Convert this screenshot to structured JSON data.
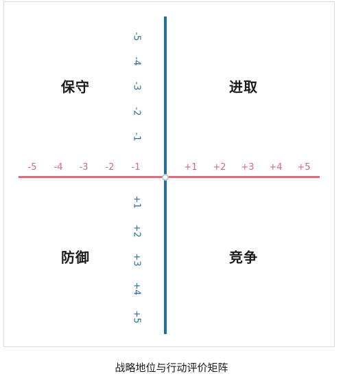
{
  "quadrants": {
    "top_left": "保守",
    "top_right": "进取",
    "bottom_left": "防御",
    "bottom_right": "竞争"
  },
  "x_axis_ticks": {
    "negative": [
      "-5",
      "-4",
      "-3",
      "-2",
      "-1"
    ],
    "positive": [
      "+1",
      "+2",
      "+3",
      "+4",
      "+5"
    ]
  },
  "y_axis_ticks": {
    "top": [
      "-5",
      "-4",
      "-3",
      "-2",
      "-1"
    ],
    "bottom": [
      "+1",
      "+2",
      "+3",
      "+4",
      "+5"
    ]
  },
  "caption": "战略地位与行动评价矩阵",
  "colors": {
    "horizontal_axis": "#e06a7e",
    "vertical_axis": "#1d6fa5",
    "x_tick_text": "#d96a78",
    "y_tick_text": "#2a6e97"
  }
}
